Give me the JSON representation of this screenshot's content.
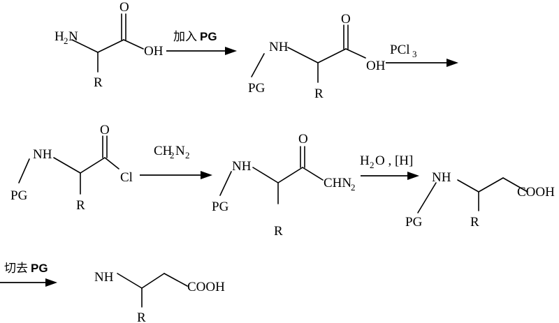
{
  "atoms": {
    "h2n_h": "H",
    "h2n_2": "2",
    "h2n_n": "N",
    "oh": "OH",
    "o": "O",
    "r": "R",
    "nh": "NH",
    "pg": "PG",
    "cl": "Cl",
    "chn_chn": "CHN",
    "chn_2": "2",
    "cooh": "COOH"
  },
  "reagents": {
    "step1_cjk": "加入",
    "step1_pg": "PG",
    "step2_pc": "PCl",
    "step2_3": "3",
    "step3_ch": "CH",
    "step3_2a": "2",
    "step3_n": "N",
    "step3_2b": "2",
    "step4_h": "H",
    "step4_2": "2",
    "step4_rest": "O , [H]",
    "step5_cjk": "切去",
    "step5_pg": "PG"
  }
}
